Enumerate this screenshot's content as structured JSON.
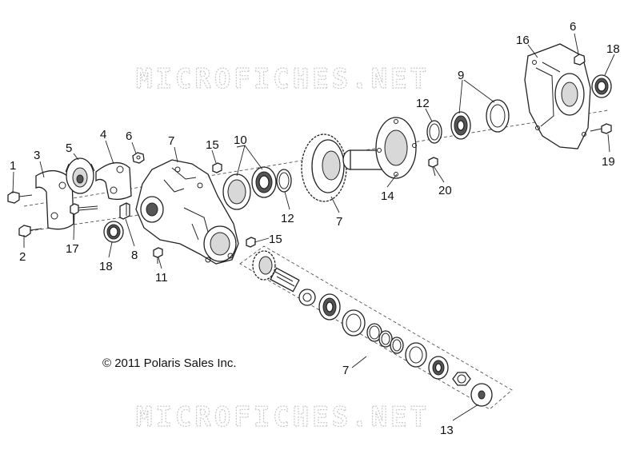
{
  "watermark": {
    "top": "MICROFICHES.NET",
    "bottom": "MICROFICHES.NET"
  },
  "copyright": "© 2011 Polaris Sales Inc.",
  "callouts": {
    "c1": "1",
    "c2": "2",
    "c3": "3",
    "c4": "4",
    "c5": "5",
    "c6a": "6",
    "c6b": "6",
    "c7a": "7",
    "c7b": "7",
    "c7c": "7",
    "c8": "8",
    "c9": "9",
    "c10": "10",
    "c11": "11",
    "c12a": "12",
    "c12b": "12",
    "c13": "13",
    "c14": "14",
    "c15a": "15",
    "c15b": "15",
    "c16": "16",
    "c17": "17",
    "c18a": "18",
    "c18b": "18",
    "c19": "19",
    "c20": "20"
  }
}
